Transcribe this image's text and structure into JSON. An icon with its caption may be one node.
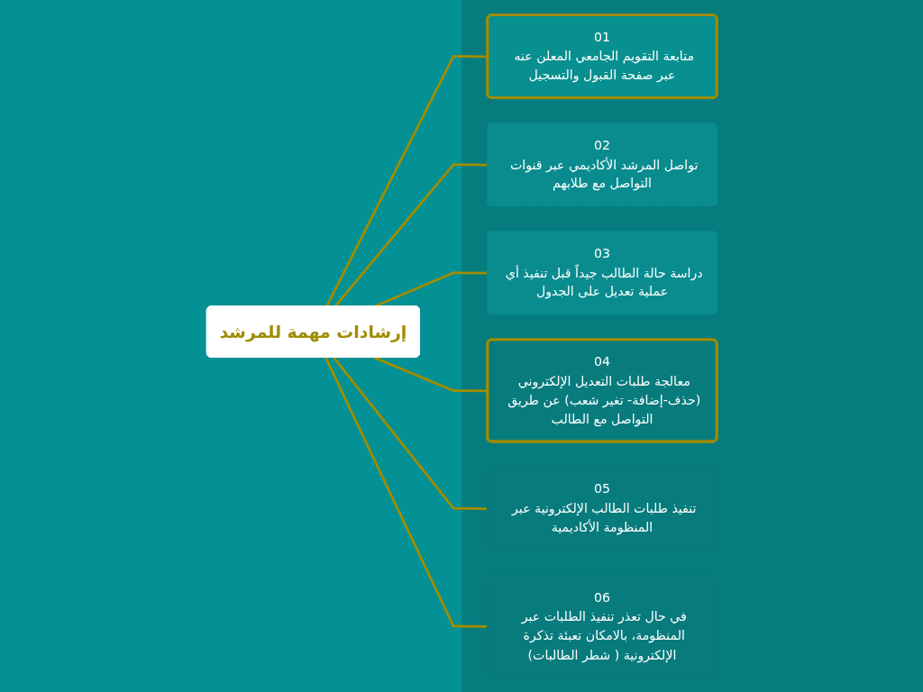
{
  "diagram": {
    "nodes": [
      {
        "text": [
          "إرشادات مهمة للمرشد"
        ]
      },
      {
        "text": [
          "01",
          "متابعة التقويم الجامعي المعلن عنه عبر صفحة القبول والتسجيل"
        ]
      },
      {
        "text": [
          "02",
          "تواصل المرشد الأكاديمي عبر قنوات التواصل مع طلابهم"
        ]
      },
      {
        "text": [
          "03",
          "دراسة حالة الطالب جيداً قبل تنفيذ أي عملية تعديل على الجدول"
        ]
      },
      {
        "text": [
          "04",
          "معالجة طلبات التعديل الإلكتروني (حذف-إضافة- تغير شعب) عن طريق التواصل مع الطالب"
        ]
      },
      {
        "text": [
          "05",
          "تنفيذ طلبات الطالب الإلكترونية عبر المنظومة الأكاديمية"
        ]
      },
      {
        "text": [
          "06",
          "في حال تعذر تنفيذ الطلبات عبر المنظومة، بالامكان تعبئة تذكرة الإلكترونية ( شطر الطالبات)"
        ]
      }
    ],
    "edges": [
      {
        "from": 0,
        "to": 1,
        "arrow": "none"
      },
      {
        "from": 0,
        "to": 2,
        "arrow": "none"
      },
      {
        "from": 0,
        "to": 3,
        "arrow": "none"
      },
      {
        "from": 0,
        "to": 4,
        "arrow": "none"
      },
      {
        "from": 0,
        "to": 5,
        "arrow": "none"
      },
      {
        "from": 0,
        "to": 6,
        "arrow": "none"
      }
    ]
  }
}
